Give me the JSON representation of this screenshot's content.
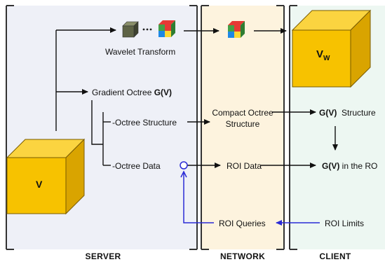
{
  "sections": {
    "server": "SERVER",
    "network": "NETWORK",
    "client": "CLIENT"
  },
  "cubes": {
    "v": "V",
    "vw_main": "V",
    "vw_sub": "W"
  },
  "labels": {
    "wavelet": "Wavelet Transform",
    "gradient_prefix": "Gradient Octree ",
    "gradient_bold": "G(V)",
    "octree_structure": "-Octree Structure",
    "octree_data": "-Octree Data",
    "compact_1": "Compact Octree",
    "compact_2": "Structure",
    "roi_data": "ROI Data",
    "roi_queries": "ROI Queries",
    "roi_limits": "ROI Limits",
    "gv_structure_bold": "G(V)",
    "gv_structure_rest": "  Structure",
    "gv_roi_bold": "G(V)",
    "gv_roi_rest": " in the RO"
  },
  "colors": {
    "server_bg": "#eef0f7",
    "network_bg": "#fdf3de",
    "client_bg": "#edf7f2",
    "cube_front": "#f7c200",
    "cube_top": "#fbd440",
    "cube_side": "#d9a400",
    "arrow": "#111111",
    "query_arrow": "#2a2ad6"
  }
}
